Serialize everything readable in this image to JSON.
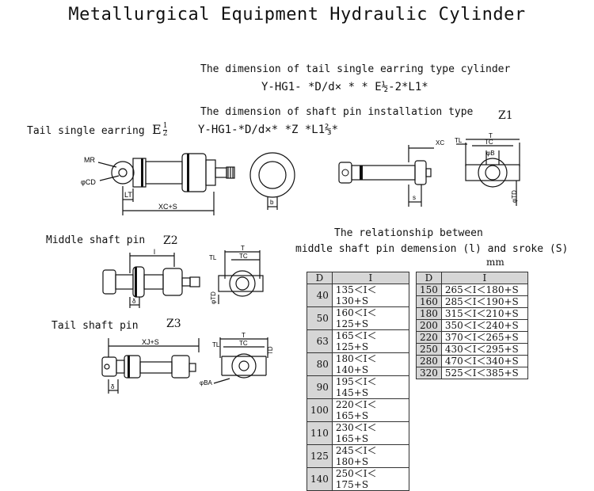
{
  "title": "Metallurgical Equipment Hydraulic Cylinder",
  "sections": {
    "tail_earring_dim_title": "The dimension of tail single earring type cylinder",
    "tail_earring_formula": "Y-HG1- *D/d× * * E½-2*L1*",
    "shaft_pin_dim_title": "The dimension of shaft pin installation type",
    "shaft_pin_formula": "Y-HG1-*D/d×* *Z *L1⅔*",
    "tail_single_earring_label": "Tail single earring",
    "tail_single_earring_code": "E",
    "tail_single_earring_frac_top": "1",
    "tail_single_earring_frac_bottom": "2",
    "middle_shaft_pin_label": "Middle shaft pin",
    "middle_shaft_pin_code": "Z2",
    "tail_shaft_pin_label": "Tail shaft pin",
    "tail_shaft_pin_code": "Z3",
    "z1_label": "Z1",
    "relationship_line1": "The relationship  between",
    "relationship_line2": "middle shaft pin demension (l) and sroke (S)",
    "unit": "mm"
  },
  "dimension_labels": {
    "mr": "MR",
    "cd": "φCD",
    "lt": "LT",
    "xc_s": "XC+S",
    "b": "b",
    "xc": "XC",
    "tl": "TL",
    "tc": "TC",
    "t": "T",
    "phi_b": "φB",
    "phi_td": "φTD",
    "s": "s",
    "l": "l",
    "xj_s": "XJ+S",
    "phi_ba": "φBA",
    "td": "TD",
    "delta": "δ"
  },
  "table_left": {
    "headers": [
      "D",
      "I"
    ],
    "rows": [
      [
        "40",
        "135＜I＜130+S"
      ],
      [
        "50",
        "160＜I＜125+S"
      ],
      [
        "63",
        "165＜I＜125+S"
      ],
      [
        "80",
        "180＜I＜140+S"
      ],
      [
        "90",
        "195＜I＜145+S"
      ],
      [
        "100",
        "220＜I＜165+S"
      ],
      [
        "110",
        "230＜I＜165+S"
      ],
      [
        "125",
        "245＜I＜180+S"
      ],
      [
        "140",
        "250＜I＜175+S"
      ]
    ]
  },
  "table_right": {
    "headers": [
      "D",
      "I"
    ],
    "rows": [
      [
        "150",
        "265＜I＜180+S"
      ],
      [
        "160",
        "285＜I＜190+S"
      ],
      [
        "180",
        "315＜I＜210+S"
      ],
      [
        "200",
        "350＜I＜240+S"
      ],
      [
        "220",
        "370＜I＜265+S"
      ],
      [
        "250",
        "430＜I＜295+S"
      ],
      [
        "280",
        "470＜I＜340+S"
      ],
      [
        "320",
        "525＜I＜385+S"
      ]
    ]
  }
}
